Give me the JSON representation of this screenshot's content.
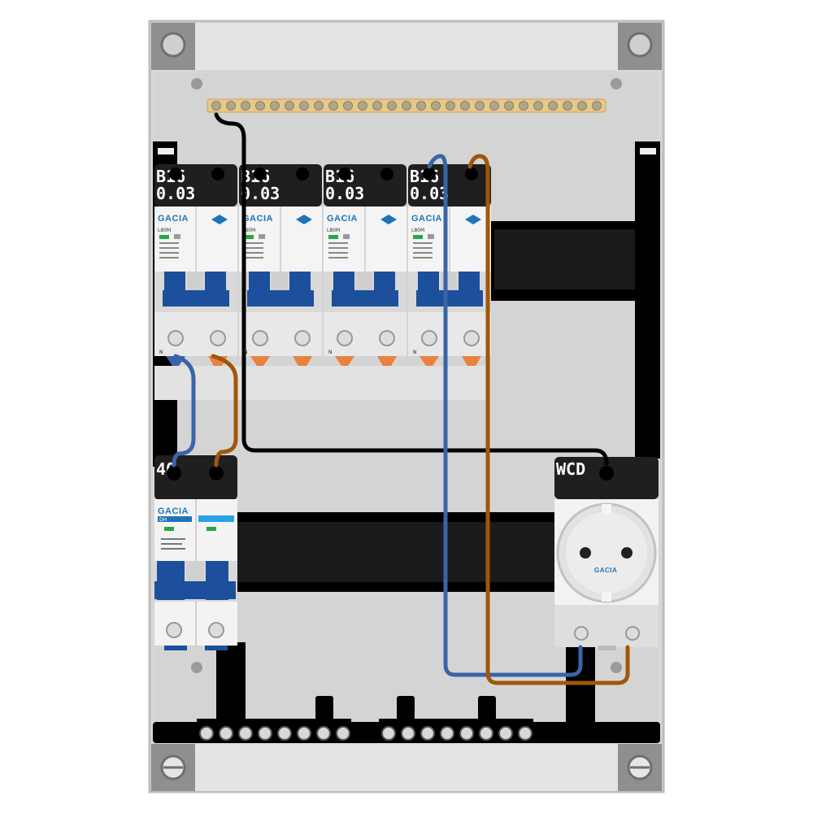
{
  "breakers": [
    {
      "rating": "B16",
      "sensitivity": "0.03",
      "brand": "GACIA",
      "model": "L80M",
      "neutral_mark": "N"
    },
    {
      "rating": "B16",
      "sensitivity": "0.03",
      "brand": "GACIA",
      "model": "L80M",
      "neutral_mark": "N"
    },
    {
      "rating": "B16",
      "sensitivity": "0.03",
      "brand": "GACIA",
      "model": "L80M",
      "neutral_mark": "N"
    },
    {
      "rating": "B16",
      "sensitivity": "0.03",
      "brand": "GACIA",
      "model": "L80M",
      "neutral_mark": "N"
    }
  ],
  "main_switch": {
    "rating": "40",
    "brand": "GACIA",
    "model": "DH"
  },
  "socket": {
    "label": "WCD",
    "brand": "GACIA"
  },
  "colors": {
    "enclosure": "#d7d7d7",
    "rail": "#000000",
    "busbar": "#e8c98a",
    "wire_neutral": "#3a64a8",
    "wire_live": "#a0560a",
    "wire_earth": "#000000",
    "breaker_blue": "#1c4f9c",
    "brand_blue": "#1f74b8"
  },
  "icons": [
    "screw-icon",
    "diamond-logo-icon",
    "ce-mark-icon",
    "socket-outlet-icon"
  ]
}
